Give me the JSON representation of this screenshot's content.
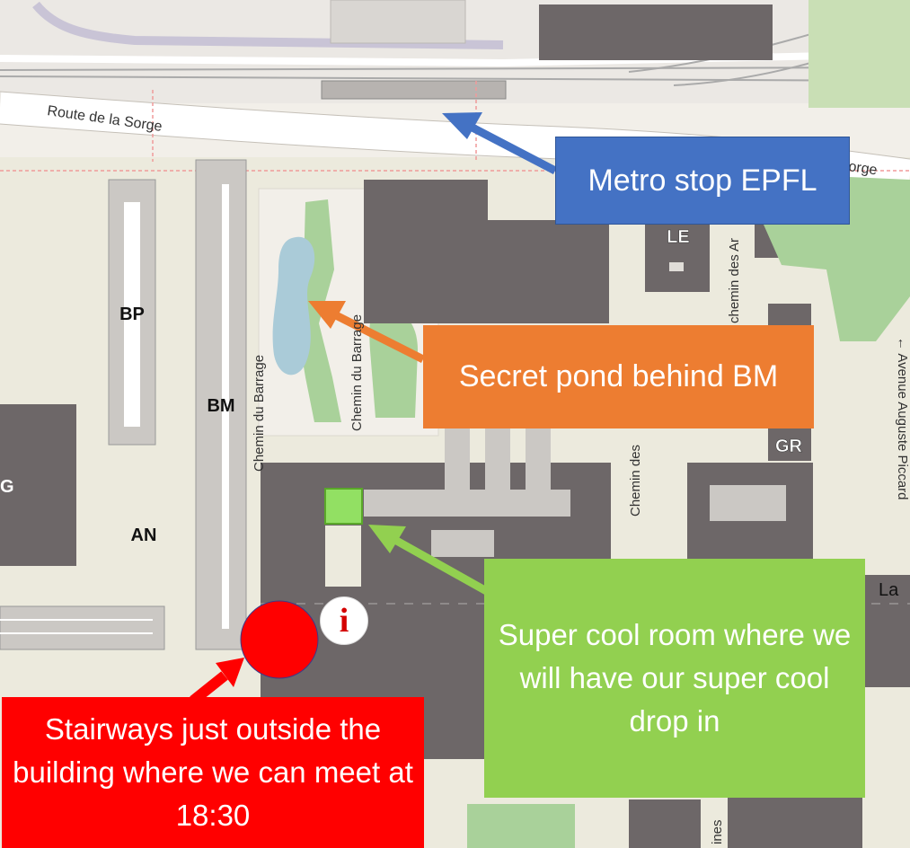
{
  "map": {
    "roads": {
      "route_de_la_sorge": "Route de la Sorge",
      "route_de_la_sorge_cut": "orge",
      "chemin_du_barrage_1": "Chemin du Barrage",
      "chemin_du_barrage_2": "Chemin du Barrage",
      "chemin_des_ar_1": "chemin des Ar",
      "chemin_des_ar_2": "Chemin des",
      "avenue_auguste_piccard": "← Avenue Auguste Piccard",
      "lines_cut": "ines"
    },
    "buildings": {
      "bp": "BP",
      "bm": "BM",
      "an": "AN",
      "le": "LE",
      "gr": "GR",
      "g_cut": "G",
      "la_cut": "La"
    }
  },
  "callouts": {
    "metro": "Metro stop EPFL",
    "pond": "Secret pond behind BM",
    "room": "Super cool room where we will have our super cool drop in",
    "stairs": "Stairways just outside the building where we can meet at 18:30"
  },
  "icons": {
    "info": "i"
  },
  "colors": {
    "blue": "#4472C4",
    "orange": "#ED7D31",
    "green": "#92D050",
    "red": "#FF0000",
    "building": "#6d6768",
    "ground": "#f2efe9",
    "campus": "#edeae1",
    "park": "#a9d19a",
    "water": "#aacbd8"
  }
}
